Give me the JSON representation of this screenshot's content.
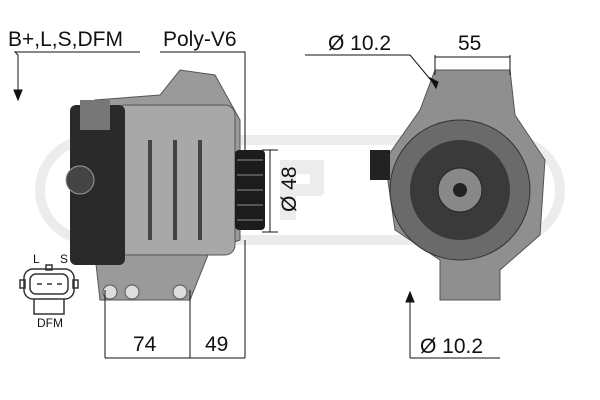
{
  "watermark": "ERA",
  "labels": {
    "terminals": "B+,L,S,DFM",
    "pulley": "Poly-V6",
    "pulley_diameter": "Ø 48",
    "mount_hole_top": "Ø 10.2",
    "width_top": "55",
    "length_a": "74",
    "length_b": "49",
    "mount_hole_bottom": "Ø 10.2"
  },
  "connector": {
    "pin_l": "L",
    "pin_s": "S",
    "name": "DFM"
  },
  "colors": {
    "line": "#111111",
    "metal": "#8a8a8a",
    "dark": "#2a2a2a",
    "watermark": "#e6e6e6"
  }
}
